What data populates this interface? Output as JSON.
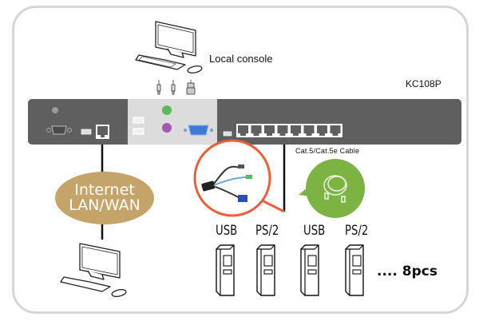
{
  "diagram": {
    "title": "KC108P connection diagram",
    "model": "KC108P",
    "local_console_label": "Local console",
    "network_label_line1": "Internet",
    "network_label_line2": "LAN/WAN",
    "cable_label": "Cat.5/Cat.5e Cable",
    "server_port_labels": [
      "USB",
      "PS/2",
      "USB",
      "PS/2"
    ],
    "count_label": ".... 8pcs",
    "kvm_port_count": 8,
    "colors": {
      "frame": "#d6d6d6",
      "device_body": "#5f5f5f",
      "console_panel": "#d9d9d9",
      "network_cloud": "#c5a46a",
      "adapter_callout": "#e8603c",
      "cable_callout": "#7cb342",
      "ps2_keyboard": "#a259b6",
      "ps2_mouse": "#5cb85c",
      "vga": "#3f7bd6"
    },
    "icons": [
      "monitor-icon",
      "keyboard-icon",
      "mouse-icon",
      "usb-plug-icon",
      "vga-plug-icon",
      "server-tower-icon",
      "rj45-port-icon",
      "kvm-adapter-icon",
      "cable-coil-icon"
    ]
  }
}
